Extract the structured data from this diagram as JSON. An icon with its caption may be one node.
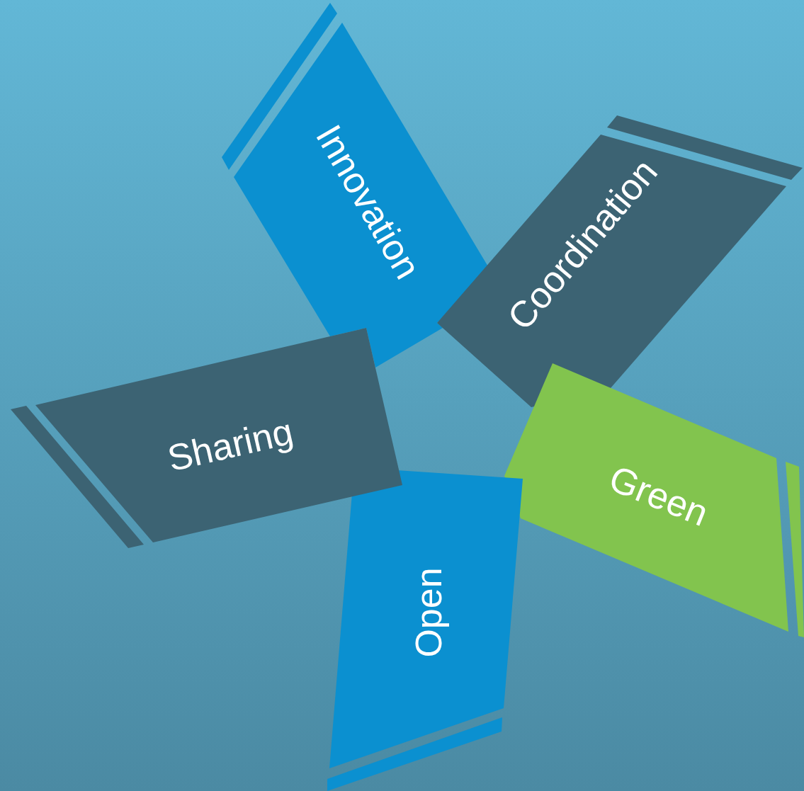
{
  "diagram": {
    "nodes": [
      {
        "text": [
          "Innovation"
        ]
      },
      {
        "text": [
          "Coordination"
        ]
      },
      {
        "text": [
          "Sharing"
        ]
      },
      {
        "text": [
          "Green"
        ]
      },
      {
        "text": [
          "Open"
        ]
      }
    ]
  }
}
